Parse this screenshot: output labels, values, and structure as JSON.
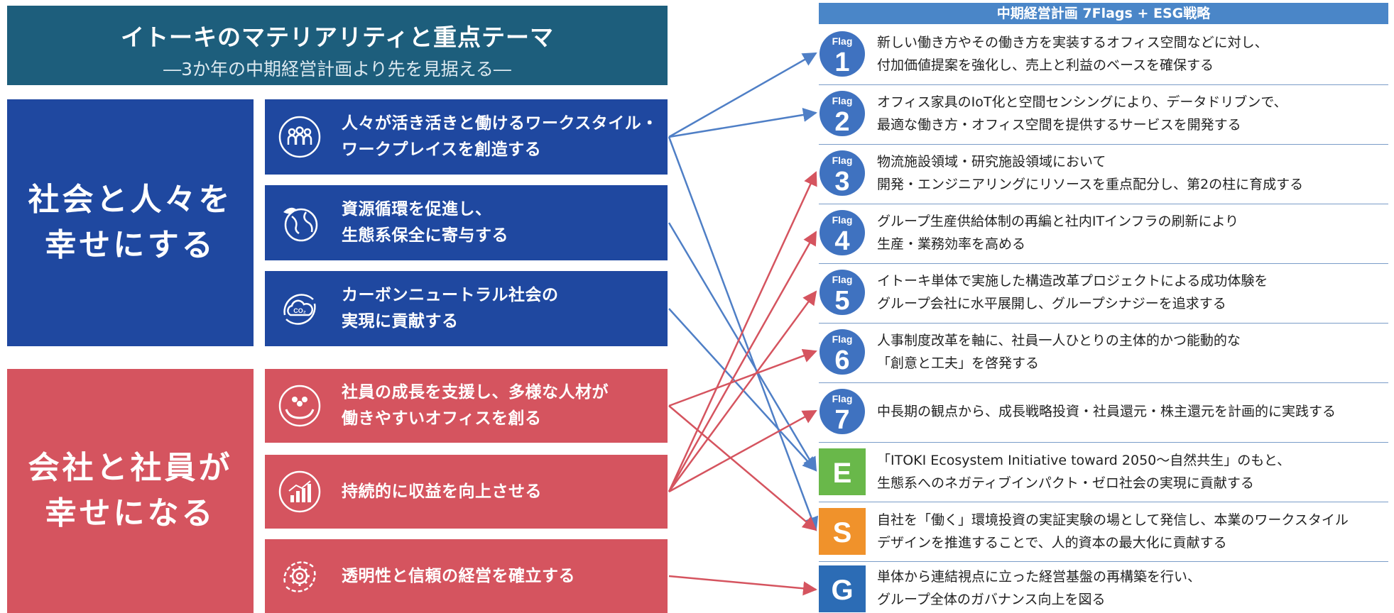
{
  "title": {
    "main": "イトーキのマテリアリティと重点テーマ",
    "sub": "―3か年の中期経営計画より先を見据える―"
  },
  "categories": [
    {
      "lines": [
        "社会と人々を",
        "幸せにする"
      ]
    },
    {
      "lines": [
        "会社と社員が",
        "幸せになる"
      ]
    }
  ],
  "themes": [
    {
      "icon": "people-group-icon",
      "lines": [
        "人々が活き活きと働けるワークスタイル・",
        "ワークプレイスを創造する"
      ]
    },
    {
      "icon": "globe-leaf-icon",
      "lines": [
        "資源循環を促進し、",
        "生態系保全に寄与する"
      ]
    },
    {
      "icon": "co2-cloud-icon",
      "lines": [
        "カーボンニュートラル社会の",
        "実現に貢献する"
      ]
    },
    {
      "icon": "people-care-icon",
      "lines": [
        "社員の成長を支援し、多様な人材が",
        "働きやすいオフィスを創る"
      ]
    },
    {
      "icon": "growth-chart-icon",
      "lines": [
        "持続的に収益を向上させる"
      ]
    },
    {
      "icon": "gear-cycle-icon",
      "lines": [
        "透明性と信頼の経営を確立する"
      ]
    }
  ],
  "plan": {
    "header": "中期経営計画 7Flags + ESG戦略",
    "flag_word": "Flag",
    "items": [
      {
        "label": "1",
        "lines": [
          "新しい働き方やその働き方を実装するオフィス空間などに対し、",
          "付加価値提案を強化し、売上と利益のベースを確保する"
        ]
      },
      {
        "label": "2",
        "lines": [
          "オフィス家具のIoT化と空間センシングにより、データドリブンで、",
          "最適な働き方・オフィス空間を提供するサービスを開発する"
        ]
      },
      {
        "label": "3",
        "lines": [
          "物流施設領域・研究施設領域において",
          "開発・エンジニアリングにリソースを重点配分し、第2の柱に育成する"
        ]
      },
      {
        "label": "4",
        "lines": [
          "グループ生産供給体制の再編と社内ITインフラの刷新により",
          "生産・業務効率を高める"
        ]
      },
      {
        "label": "5",
        "lines": [
          "イトーキ単体で実施した構造改革プロジェクトによる成功体験を",
          "グループ会社に水平展開し、グループシナジーを追求する"
        ]
      },
      {
        "label": "6",
        "lines": [
          "人事制度改革を軸に、社員一人ひとりの主体的かつ能動的な",
          "「創意と工夫」を啓発する"
        ]
      },
      {
        "label": "7",
        "lines": [
          "中長期の観点から、成長戦略投資・社員還元・株主還元を計画的に実践する"
        ]
      },
      {
        "label": "E",
        "lines": [
          "「ITOKI Ecosystem Initiative toward 2050〜自然共生」のもと、",
          "生態系へのネガティブインパクト・ゼロ社会の実現に貢献する"
        ]
      },
      {
        "label": "S",
        "lines": [
          "自社を「働く」環境投資の実証実験の場として発信し、本業のワークスタイル",
          "デザインを推進することで、人的資本の最大化に貢献する"
        ]
      },
      {
        "label": "G",
        "lines": [
          "単体から連結視点に立った経営基盤の再構築を行い、",
          "グループ全体のガバナンス向上を図る"
        ]
      }
    ]
  },
  "colors": {
    "title_bg": "#1d5e7c",
    "society_blue": "#1f48a0",
    "company_red": "#d5545f",
    "header_blue": "#4a86c8",
    "flag_blue": "#3f72c0",
    "e_green": "#69b84a",
    "s_orange": "#f0922b",
    "g_blue": "#2c6cb5",
    "arrow_blue": "#4f7fc6",
    "arrow_red": "#d5545f"
  },
  "connections": [
    {
      "from": 0,
      "to": [
        0,
        1,
        8
      ]
    },
    {
      "from": 1,
      "to": [
        7
      ]
    },
    {
      "from": 2,
      "to": [
        7
      ]
    },
    {
      "from": 3,
      "to": [
        5,
        8
      ]
    },
    {
      "from": 4,
      "to": [
        2,
        3,
        4,
        6
      ]
    },
    {
      "from": 5,
      "to": [
        9
      ]
    }
  ]
}
